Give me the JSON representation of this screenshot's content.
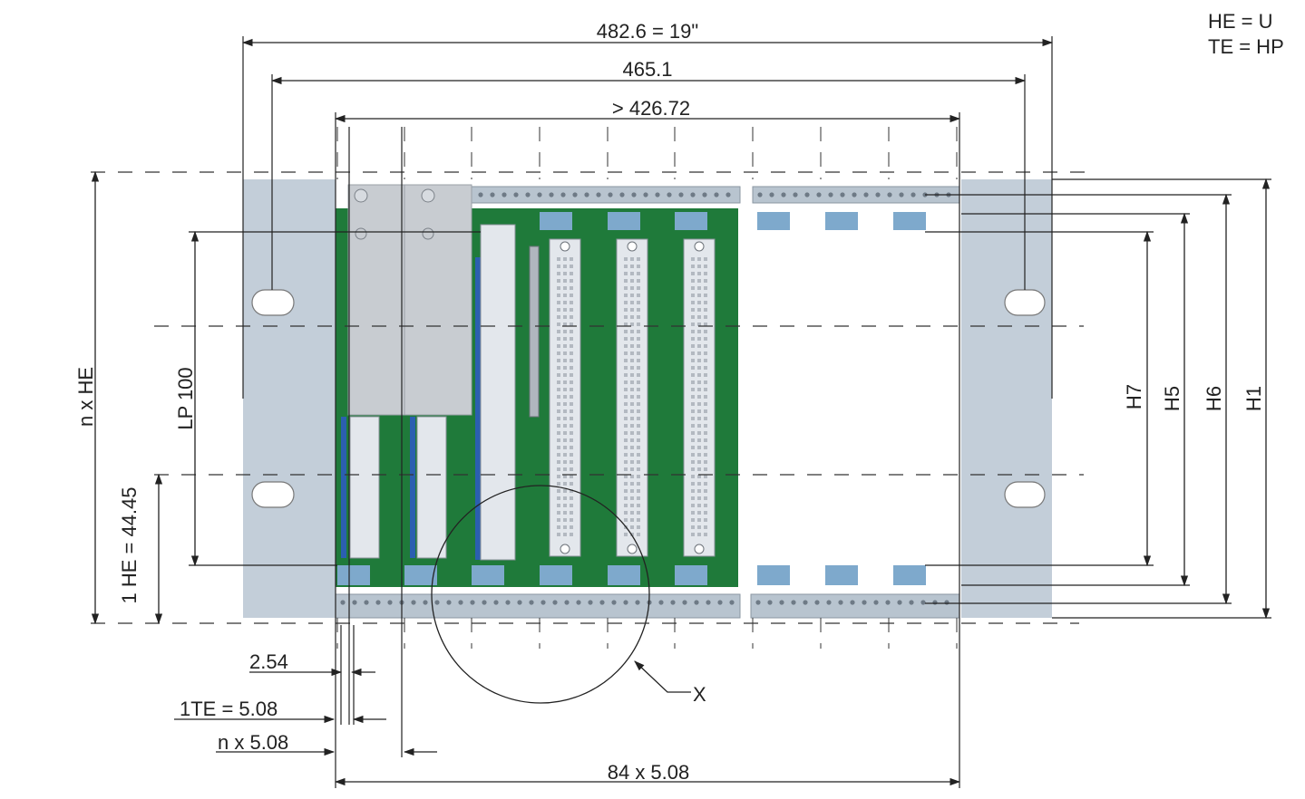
{
  "legend": {
    "line1": "HE = U",
    "line2": "TE = HP"
  },
  "dimensions": {
    "overall_width": "482.6  = 19\"",
    "mount_width": "465.1",
    "inner_width": "> 426.72",
    "bottom_width": "84  x  5.08",
    "n_x_he": "n x HE",
    "lp_100": "LP 100",
    "one_he": "1 HE = 44.45",
    "h7": "H7",
    "h5": "H5",
    "h6": "H6",
    "h1": "H1",
    "d_254": "2.54",
    "d_1te": "1TE = 5.08",
    "d_n508": "n x 5.08",
    "detail": "X"
  },
  "colors": {
    "panel": "#c3ced9",
    "rail": "#b8c4cf",
    "pcb": "#1f7a3a",
    "guide": "#7ea9cc",
    "connector": "#e3e7ec",
    "plate": "#c8ccd1"
  }
}
